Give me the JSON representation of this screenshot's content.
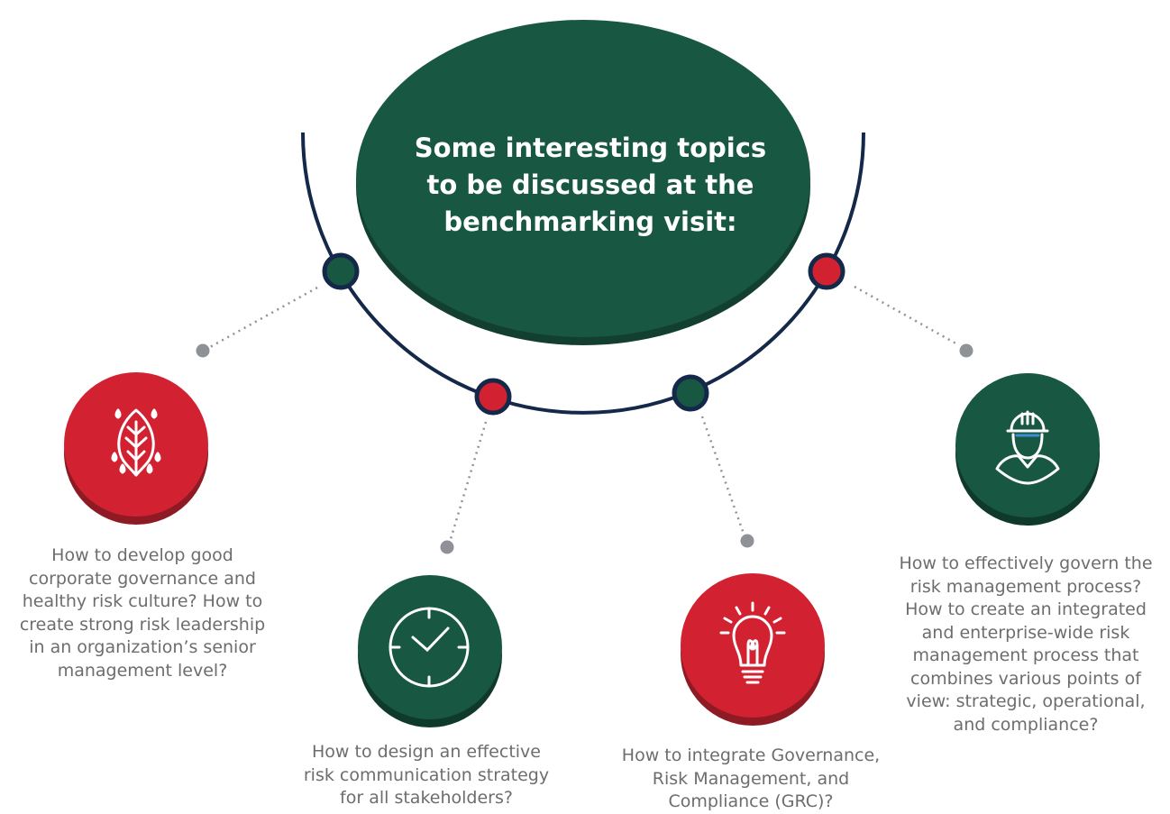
{
  "title_lines": [
    "Some interesting topics",
    "to be discussed at the",
    "benchmarking visit:"
  ],
  "colors": {
    "dark_green": "#185741",
    "red": "#D22232",
    "navy": "#14284A",
    "text_gray": "#6D6D6D",
    "dot_gray": "#8E9196"
  },
  "topics": [
    {
      "icon": "leaf-icon",
      "color": "red",
      "lines": [
        "How to develop good",
        "corporate governance and",
        "healthy risk culture? How to",
        "create strong risk leadership",
        "in an organization’s senior",
        "management level?"
      ]
    },
    {
      "icon": "clock-icon",
      "color": "green",
      "lines": [
        "How to design an effective",
        "risk communication strategy",
        "for all stakeholders?"
      ]
    },
    {
      "icon": "lightbulb-icon",
      "color": "red",
      "lines": [
        "How to integrate Governance,",
        "Risk Management, and",
        "Compliance (GRC)?"
      ]
    },
    {
      "icon": "worker-icon",
      "color": "green",
      "lines": [
        "How to effectively govern the",
        "risk management process?",
        "How to create an integrated",
        "and enterprise-wide risk",
        "management process that",
        "combines various points of",
        "view: strategic, operational,",
        "and compliance?"
      ]
    }
  ]
}
